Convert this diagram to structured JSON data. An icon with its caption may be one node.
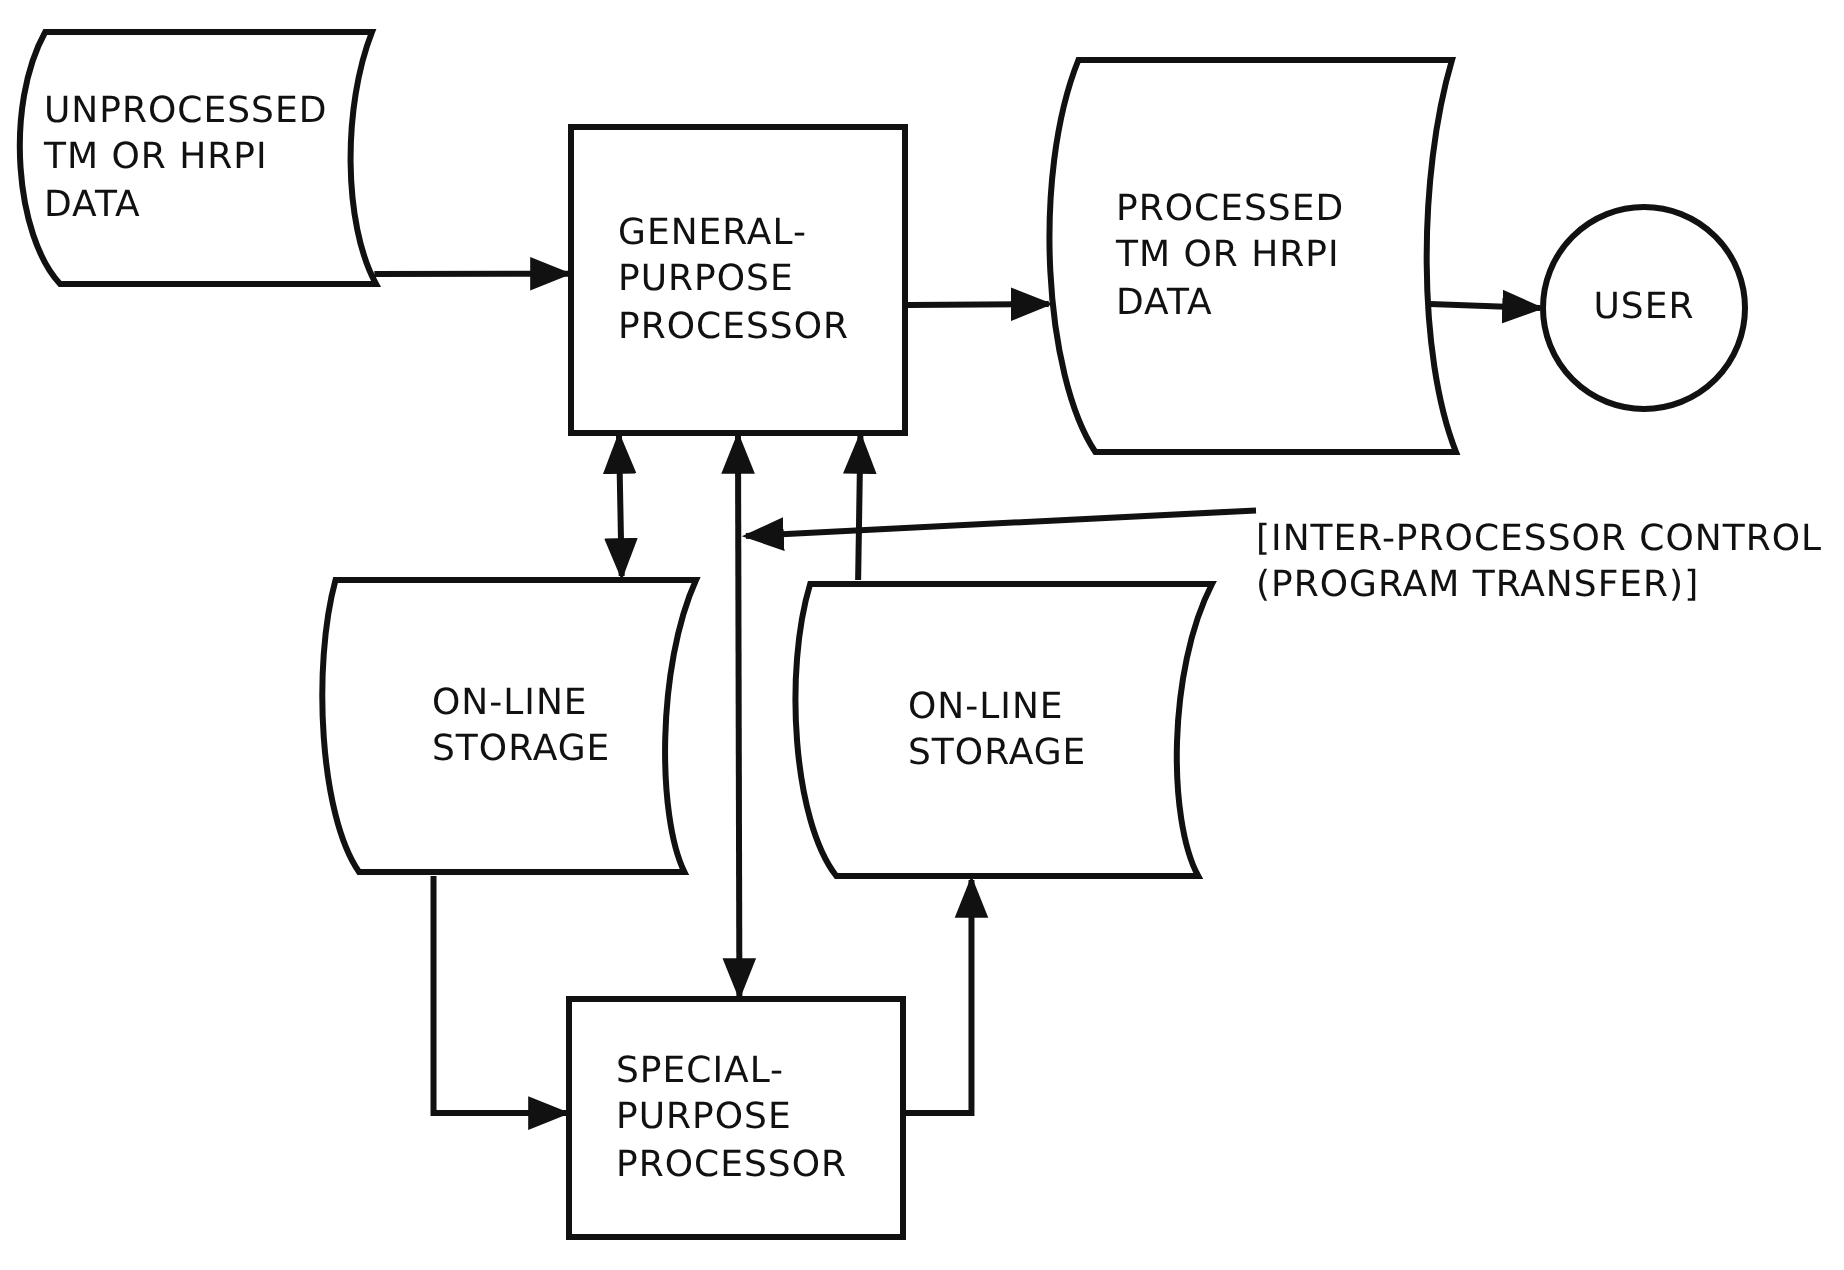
{
  "diagram": {
    "nodes": [
      {
        "text": [
          "UNPROCESSED TM OR HRPI DATA"
        ]
      },
      {
        "text": [
          "GENERAL- PURPOSE PROCESSOR"
        ]
      },
      {
        "text": [
          "PROCESSED TM OR HRPI DATA"
        ]
      },
      {
        "text": [
          "USER"
        ]
      },
      {
        "text": [
          "[INTER-PROCESSOR CONTROL (PROGRAM TRANSFER)]"
        ]
      },
      {
        "text": [
          "ON-LINE STORAGE"
        ]
      },
      {
        "text": [
          "ON-LINE STORAGE"
        ]
      },
      {
        "text": [
          "SPECIAL- PURPOSE PROCESSOR"
        ]
      }
    ],
    "edges": [
      {
        "from": 0,
        "to": 1,
        "arrow": "to"
      },
      {
        "from": 1,
        "to": 2,
        "arrow": "to"
      },
      {
        "from": 2,
        "to": 3,
        "arrow": "to"
      },
      {
        "from": 1,
        "to": 5,
        "arrow": "both"
      },
      {
        "from": 6,
        "to": 1,
        "arrow": "to"
      },
      {
        "from": 1,
        "to": 7,
        "arrow": "both"
      },
      {
        "from": 4,
        "to": null,
        "arrow": "to"
      },
      {
        "from": 5,
        "to": 7,
        "arrow": "to"
      },
      {
        "from": 7,
        "to": 6,
        "arrow": "to"
      }
    ]
  }
}
